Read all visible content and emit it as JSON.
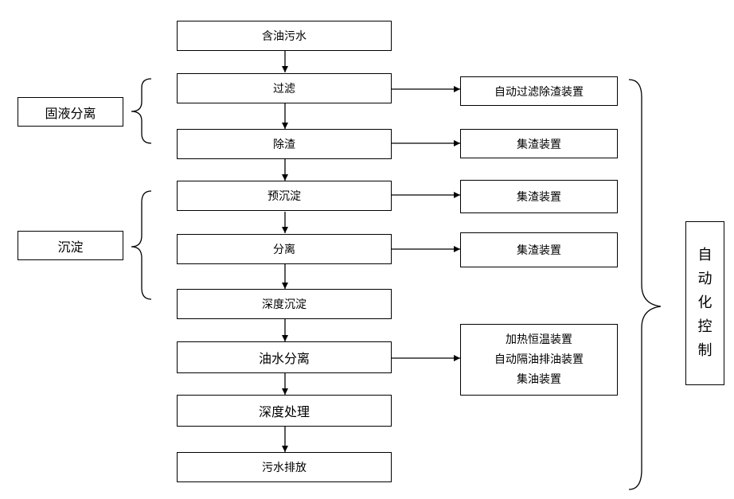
{
  "main_flow": [
    "含油污水",
    "过滤",
    "除渣",
    "预沉淀",
    "分离",
    "深度沉淀",
    "油水分离",
    "深度处理",
    "污水排放"
  ],
  "group_labels": {
    "solid_liquid": "固液分离",
    "sedimentation": "沉淀"
  },
  "side_devices": {
    "filter": "自动过滤除渣装置",
    "residue_1": "集渣装置",
    "residue_2": "集渣装置",
    "residue_3": "集渣装置",
    "oil_lines": [
      "加热恒温装置",
      "自动隔油排油装置",
      "集油装置"
    ]
  },
  "automation": [
    "自",
    "动",
    "化",
    "控",
    "制"
  ]
}
